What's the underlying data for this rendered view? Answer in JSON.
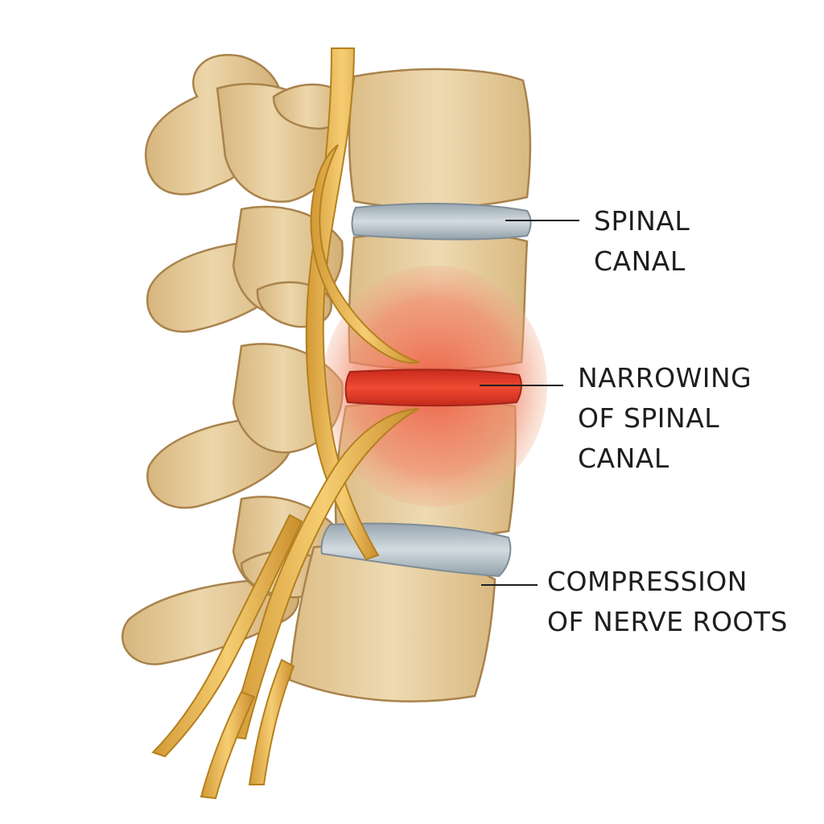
{
  "labels": {
    "spinal_canal": {
      "line1": "SPINAL",
      "line2": "CANAL"
    },
    "narrowing": {
      "line1": "NARROWING",
      "line2": "OF SPINAL",
      "line3": "CANAL"
    },
    "compression": {
      "line1": "COMPRESSION",
      "line2": "OF NERVE ROOTS"
    }
  },
  "colors": {
    "bone": "#e2c795",
    "bone_dark": "#b8935a",
    "bone_light": "#efdcb4",
    "disc": "#b9c4cc",
    "inflamed": "#e8654f",
    "inflamed_core": "#d9301f",
    "nerve": "#e8b650",
    "nerve_dark": "#c48a2a",
    "leader": "#1e1e1e"
  }
}
